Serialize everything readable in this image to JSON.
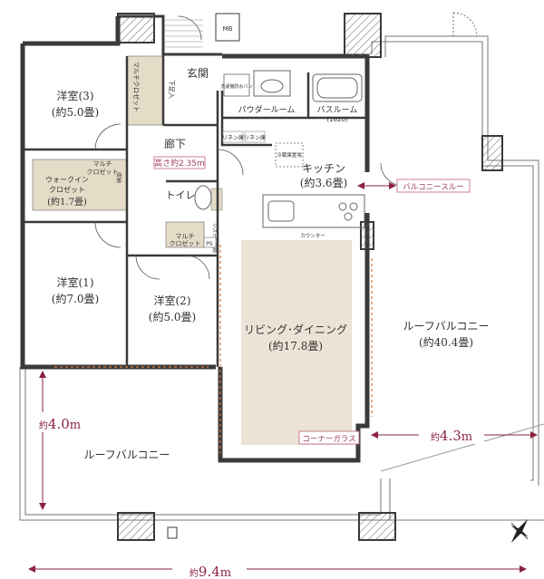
{
  "rooms": {
    "western3": {
      "name": "洋室(3)",
      "area": "(約5.0畳)"
    },
    "western1": {
      "name": "洋室(1)",
      "area": "(約7.0畳)"
    },
    "western2": {
      "name": "洋室(2)",
      "area": "(約5.0畳)"
    },
    "kitchen": {
      "name": "キッチン",
      "area": "(約3.6畳)"
    },
    "living": {
      "name": "リビング･ダイニング",
      "area": "(約17.8畳)"
    },
    "roof_balcony_right": {
      "name": "ルーフバルコニー",
      "area": "(約40.4畳)"
    },
    "roof_balcony_bottom": {
      "name": "ルーフバルコニー"
    },
    "entrance": "玄関",
    "hallway": "廊下",
    "ceiling_height": "高さ約2.35m",
    "toilet": "トイレ",
    "powder_room": "パウダールーム",
    "bathroom": {
      "name": "バスルーム",
      "size": "(1620)"
    },
    "walk_in_closet": {
      "line1": "ウォークイン",
      "line2": "クロゼット",
      "area": "(約1.7畳)"
    },
    "multi_closet_1": {
      "line1": "マルチ",
      "line2": "クロゼット"
    },
    "multi_closet_2": {
      "line1": "マルチ",
      "line2": "クロゼット"
    },
    "multi_closet_vertical": "マルチクロゼット",
    "shoe_box": "下足入",
    "linen_1": "リネン庫",
    "linen_2": "リネン庫",
    "washer_pan": "洗濯機防水パン",
    "fridge": "冷蔵庫置場",
    "counter": "カウンター",
    "storage_small": "収納",
    "system_closet": "システム収納",
    "ps": "PS",
    "mb": "MB"
  },
  "tags": {
    "balcony_through": "バルコニースルー",
    "corner_glass": "コーナーガラス"
  },
  "dimensions": {
    "bottom_width": {
      "prefix": "約",
      "value": "9.4",
      "unit": "m"
    },
    "left_depth": {
      "prefix": "約",
      "value": "4.0",
      "unit": "m"
    },
    "right_depth": {
      "prefix": "約",
      "value": "4.3",
      "unit": "m"
    }
  },
  "colors": {
    "wall": "#3a3a3a",
    "closet_fill": "#e5dcc8",
    "living_fill": "#ece2d6",
    "dimension": "#8b2340",
    "tag_border": "#c0607a"
  }
}
